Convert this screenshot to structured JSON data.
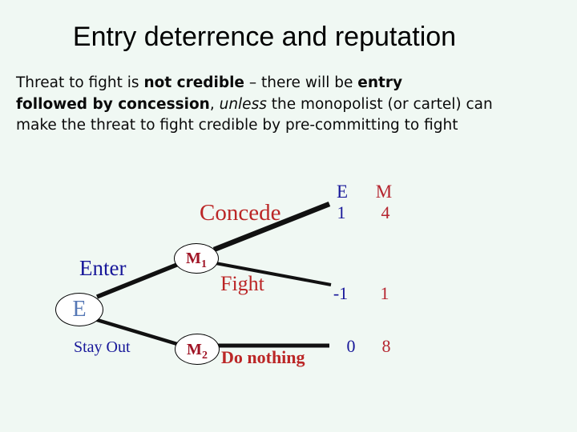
{
  "slide": {
    "title": "Entry deterrence and reputation",
    "body": {
      "lines": [
        {
          "segments": [
            {
              "text": "Threat to fight is ",
              "style": "normal"
            },
            {
              "text": "not credible",
              "style": "bold"
            },
            {
              "text": " – there will be ",
              "style": "normal"
            },
            {
              "text": "entry",
              "style": "bold"
            }
          ]
        },
        {
          "segments": [
            {
              "text": "followed by concession",
              "style": "bold"
            },
            {
              "text": ", ",
              "style": "normal"
            },
            {
              "text": "unless",
              "style": "italic"
            },
            {
              "text": " the monopolist (or cartel) can",
              "style": "normal"
            }
          ]
        },
        {
          "segments": [
            {
              "text": "make the threat to fight credible by pre-committing to fight",
              "style": "normal"
            }
          ]
        }
      ]
    },
    "colors": {
      "background": "#f0f8f3",
      "title_text": "#000000",
      "navy_blue": "#18189a",
      "branch_red": "#bb2626",
      "node_m_red": "#a01425",
      "node_e_blue": "#5577b5",
      "payoff_m_red": "#b5252f",
      "edge_black": "#111111"
    }
  },
  "tree": {
    "nodes": {
      "entrant": {
        "label": "E"
      },
      "monopolist1": {
        "label": "M",
        "sub": "1"
      },
      "monopolist2": {
        "label": "M",
        "sub": "2"
      }
    },
    "branches": {
      "enter": "Enter",
      "stay_out": "Stay Out",
      "concede": "Concede",
      "fight": "Fight",
      "do_nothing": "Do nothing"
    },
    "payoffs": {
      "header": {
        "entrant": "E",
        "monopolist": "M"
      },
      "rows": [
        {
          "outcome": "concede",
          "entrant": "1",
          "monopolist": "4"
        },
        {
          "outcome": "fight",
          "entrant": "-1",
          "monopolist": "1"
        },
        {
          "outcome": "do_nothing",
          "entrant": "0",
          "monopolist": "8"
        }
      ]
    }
  }
}
